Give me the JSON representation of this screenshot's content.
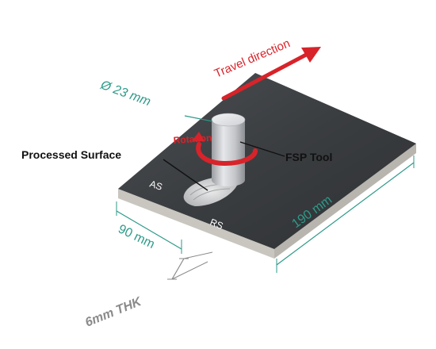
{
  "labels": {
    "travel_direction": "Travel direction",
    "diameter": "Ø 23 mm",
    "rotation": "Rotation",
    "processed_surface": "Processed Surface",
    "fsp_tool": "FSP Tool",
    "advancing_side": "AS",
    "retreating_side": "RS",
    "width": "90 mm",
    "length": "190 mm",
    "thickness": "6mm THK"
  },
  "colors": {
    "plate_top": "#3f4245",
    "plate_side": "#c9c6c0",
    "accent_red": "#d8232a",
    "dimension_teal": "#2e9a8a",
    "dimension_grey": "#8a8a8a"
  }
}
